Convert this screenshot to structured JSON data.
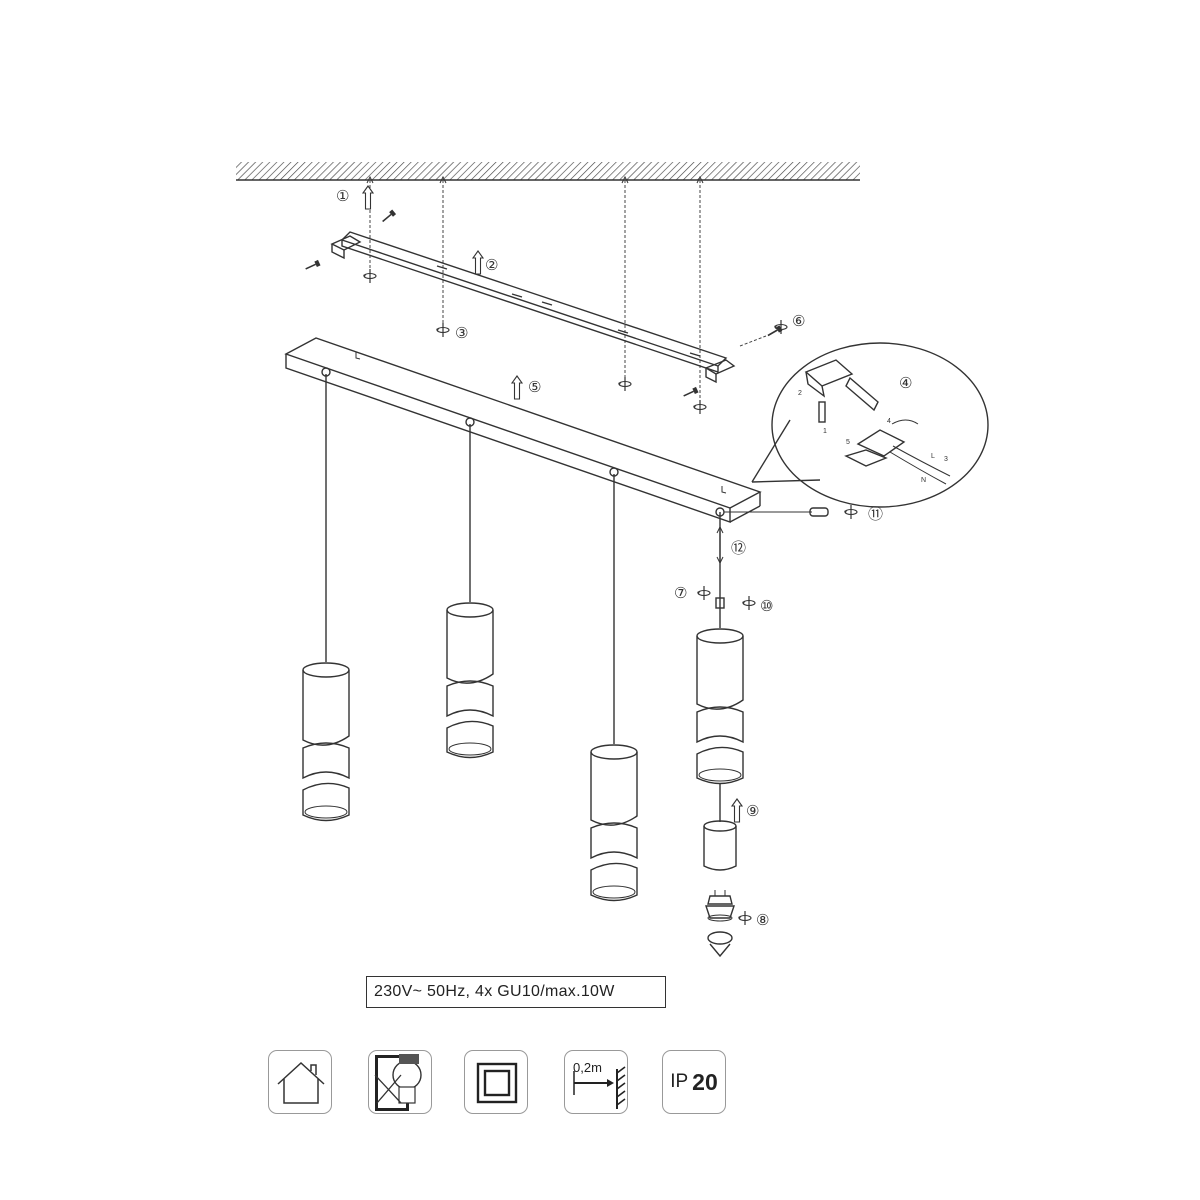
{
  "steps": [
    "①",
    "②",
    "③",
    "④",
    "⑤",
    "⑥",
    "⑦",
    "⑧",
    "⑨",
    "⑩",
    "⑪",
    "⑫"
  ],
  "wiring_labels": {
    "n1": "1",
    "n2": "2",
    "n3": "3",
    "n4": "4",
    "n5": "5",
    "live": "L",
    "neutral": "N"
  },
  "spec": {
    "text": "230V~ 50Hz,  4x GU10/max.10W"
  },
  "icons": [
    {
      "name": "indoor-use-icon"
    },
    {
      "name": "no-dimmer-icon"
    },
    {
      "name": "protection-class-ii-icon"
    },
    {
      "name": "distance-icon",
      "label": "0,2m"
    },
    {
      "name": "ip-rating-icon",
      "label_prefix": "IP",
      "label_value": "20"
    }
  ],
  "colors": {
    "line": "#333333",
    "tile_border": "#999999"
  }
}
